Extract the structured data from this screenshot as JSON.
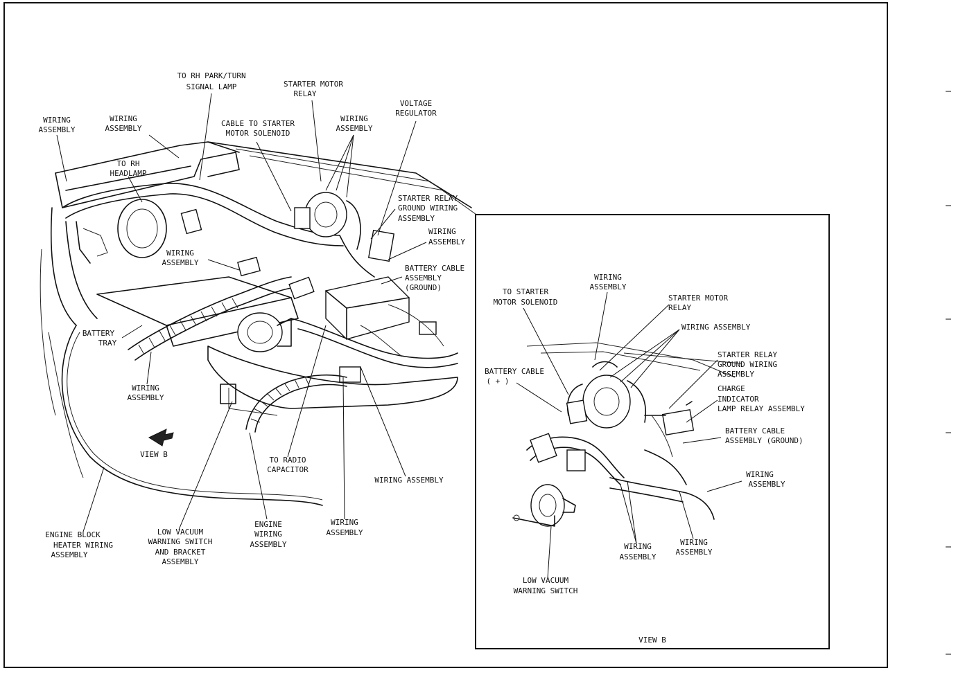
{
  "main_view": {
    "labels": [
      {
        "id": "wiring-assembly-1",
        "lines": [
          "WIRING",
          "ASSEMBLY"
        ]
      },
      {
        "id": "wiring-assembly-2",
        "lines": [
          "WIRING",
          "ASSEMBLY"
        ]
      },
      {
        "id": "to-rh-park-turn",
        "lines": [
          "TO RH PARK/TURN",
          "SIGNAL LAMP"
        ]
      },
      {
        "id": "cable-to-starter",
        "lines": [
          "CABLE TO STARTER",
          "MOTOR SOLENOID"
        ]
      },
      {
        "id": "starter-motor-relay",
        "lines": [
          "STARTER MOTOR",
          "RELAY"
        ]
      },
      {
        "id": "wiring-assembly-3",
        "lines": [
          "WIRING",
          "ASSEMBLY"
        ]
      },
      {
        "id": "voltage-regulator",
        "lines": [
          "VOLTAGE",
          "REGULATOR"
        ]
      },
      {
        "id": "to-rh-headlamp",
        "lines": [
          "TO RH",
          "HEADLAMP"
        ]
      },
      {
        "id": "starter-relay-ground",
        "lines": [
          "STARTER RELAY",
          "GROUND WIRING",
          "ASSEMBLY"
        ]
      },
      {
        "id": "wiring-assembly-4",
        "lines": [
          "WIRING",
          "ASSEMBLY"
        ]
      },
      {
        "id": "wiring-assembly-5",
        "lines": [
          "WIRING",
          "ASSEMBLY"
        ]
      },
      {
        "id": "battery-cable-ground",
        "lines": [
          "BATTERY CABLE",
          "ASSEMBLY",
          "(GROUND)"
        ]
      },
      {
        "id": "battery-tray",
        "lines": [
          "BATTERY",
          "TRAY"
        ]
      },
      {
        "id": "wiring-assembly-6",
        "lines": [
          "WIRING",
          "ASSEMBLY"
        ]
      },
      {
        "id": "view-b-arrow",
        "lines": [
          "VIEW B"
        ]
      },
      {
        "id": "to-radio-capacitor",
        "lines": [
          "TO RADIO",
          "CAPACITOR"
        ]
      },
      {
        "id": "wiring-assembly-7",
        "lines": [
          "WIRING ASSEMBLY"
        ]
      },
      {
        "id": "engine-block-heater",
        "lines": [
          "ENGINE BLOCK",
          "HEATER WIRING",
          "ASSEMBLY"
        ]
      },
      {
        "id": "low-vacuum-bracket",
        "lines": [
          "LOW VACUUM",
          "WARNING SWITCH",
          "AND BRACKET",
          "ASSEMBLY"
        ]
      },
      {
        "id": "engine-wiring",
        "lines": [
          "ENGINE",
          "WIRING",
          "ASSEMBLY"
        ]
      },
      {
        "id": "wiring-assembly-8",
        "lines": [
          "WIRING",
          "ASSEMBLY"
        ]
      }
    ]
  },
  "view_b": {
    "caption": "VIEW B",
    "labels": [
      {
        "id": "b-wiring-assembly-1",
        "lines": [
          "WIRING",
          "ASSEMBLY"
        ]
      },
      {
        "id": "b-to-starter-solenoid",
        "lines": [
          "TO STARTER",
          "MOTOR SOLENOID"
        ]
      },
      {
        "id": "b-starter-motor-relay",
        "lines": [
          "STARTER MOTOR",
          "RELAY"
        ]
      },
      {
        "id": "b-wiring-assembly-2",
        "lines": [
          "WIRING ASSEMBLY"
        ]
      },
      {
        "id": "b-starter-relay-ground",
        "lines": [
          "STARTER RELAY",
          "GROUND WIRING",
          "ASSEMBLY"
        ]
      },
      {
        "id": "b-battery-cable-plus",
        "lines": [
          "BATTERY CABLE",
          "( + )"
        ]
      },
      {
        "id": "b-charge-indicator",
        "lines": [
          "CHARGE",
          "INDICATOR",
          "LAMP RELAY ASSEMBLY"
        ]
      },
      {
        "id": "b-battery-cable-ground",
        "lines": [
          "BATTERY CABLE",
          "ASSEMBLY (GROUND)"
        ]
      },
      {
        "id": "b-wiring-assembly-3",
        "lines": [
          "WIRING",
          "ASSEMBLY"
        ]
      },
      {
        "id": "b-wiring-assembly-4",
        "lines": [
          "WIRING",
          "ASSEMBLY"
        ]
      },
      {
        "id": "b-wiring-assembly-5",
        "lines": [
          "WIRING",
          "ASSEMBLY"
        ]
      },
      {
        "id": "b-low-vacuum-switch",
        "lines": [
          "LOW VACUUM",
          "WARNING SWITCH"
        ]
      }
    ]
  }
}
